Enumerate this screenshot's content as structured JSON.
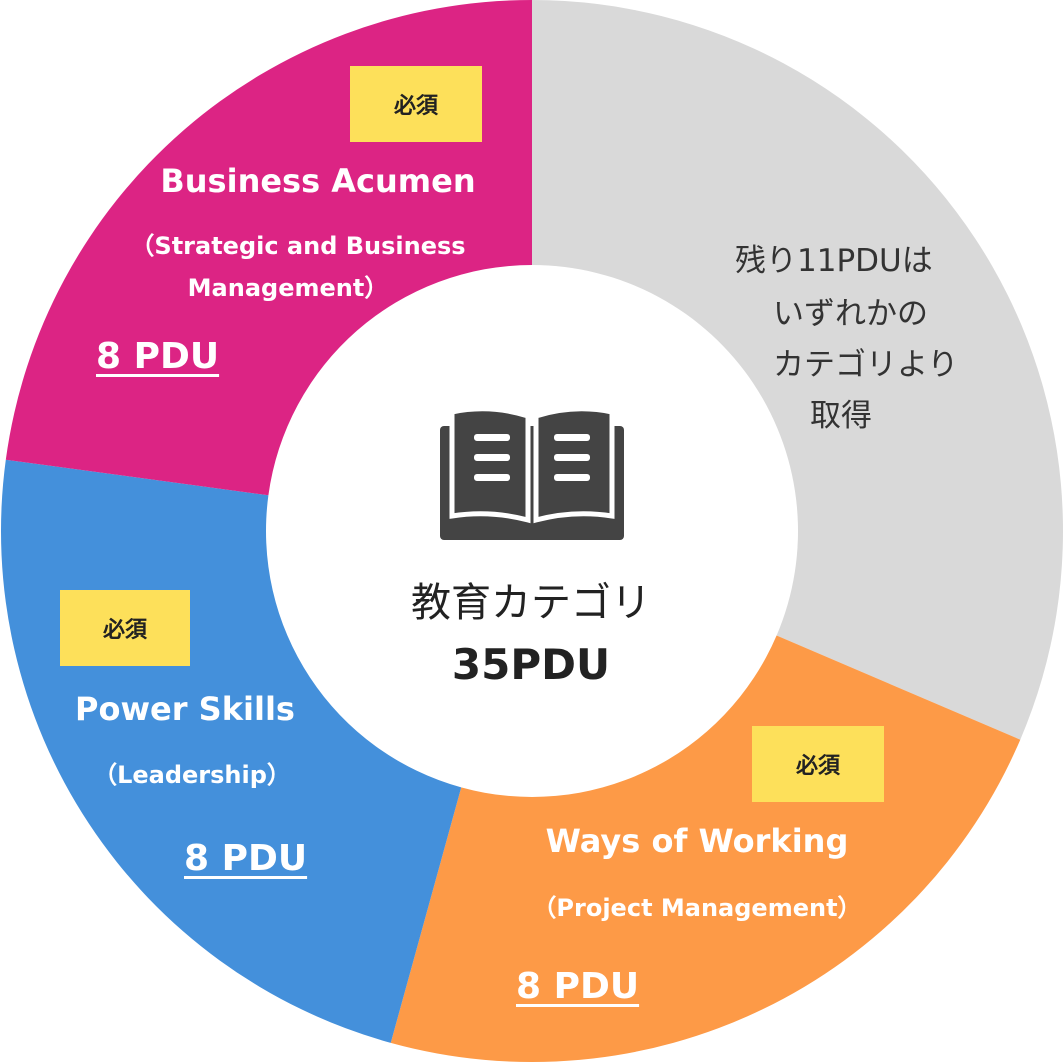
{
  "chart_data": {
    "type": "pie",
    "style": "donut",
    "total_label": "教育カテゴリ",
    "total_value": "35PDU",
    "slices": [
      {
        "name": "残り11PDUはいずれかのカテゴリより取得",
        "value": 11,
        "color": "#d9d9d9"
      },
      {
        "name": "Ways of Working（Project Management）",
        "value": 8,
        "color": "#fd9a47"
      },
      {
        "name": "Power Skills（Leadership）",
        "value": 8,
        "color": "#4490db"
      },
      {
        "name": "Business Acumen（Strategic and Business Management）",
        "value": 8,
        "color": "#dc2484"
      }
    ]
  },
  "center": {
    "icon": "book-icon",
    "label": "教育カテゴリ",
    "value": "35PDU"
  },
  "remaining": {
    "lines": [
      "残り11PDUは",
      "いずれかの",
      "カテゴリより",
      "取得"
    ]
  },
  "business": {
    "badge": "必須",
    "title": "Business Acumen",
    "sub1": "（Strategic and Business",
    "sub2": "Management）",
    "pdu": "8 PDU"
  },
  "power": {
    "badge": "必須",
    "title": "Power Skills",
    "sub": "（Leadership）",
    "pdu": "8 PDU"
  },
  "ways": {
    "badge": "必須",
    "title": "Ways of Working",
    "sub": "（Project Management）",
    "pdu": "8 PDU"
  }
}
